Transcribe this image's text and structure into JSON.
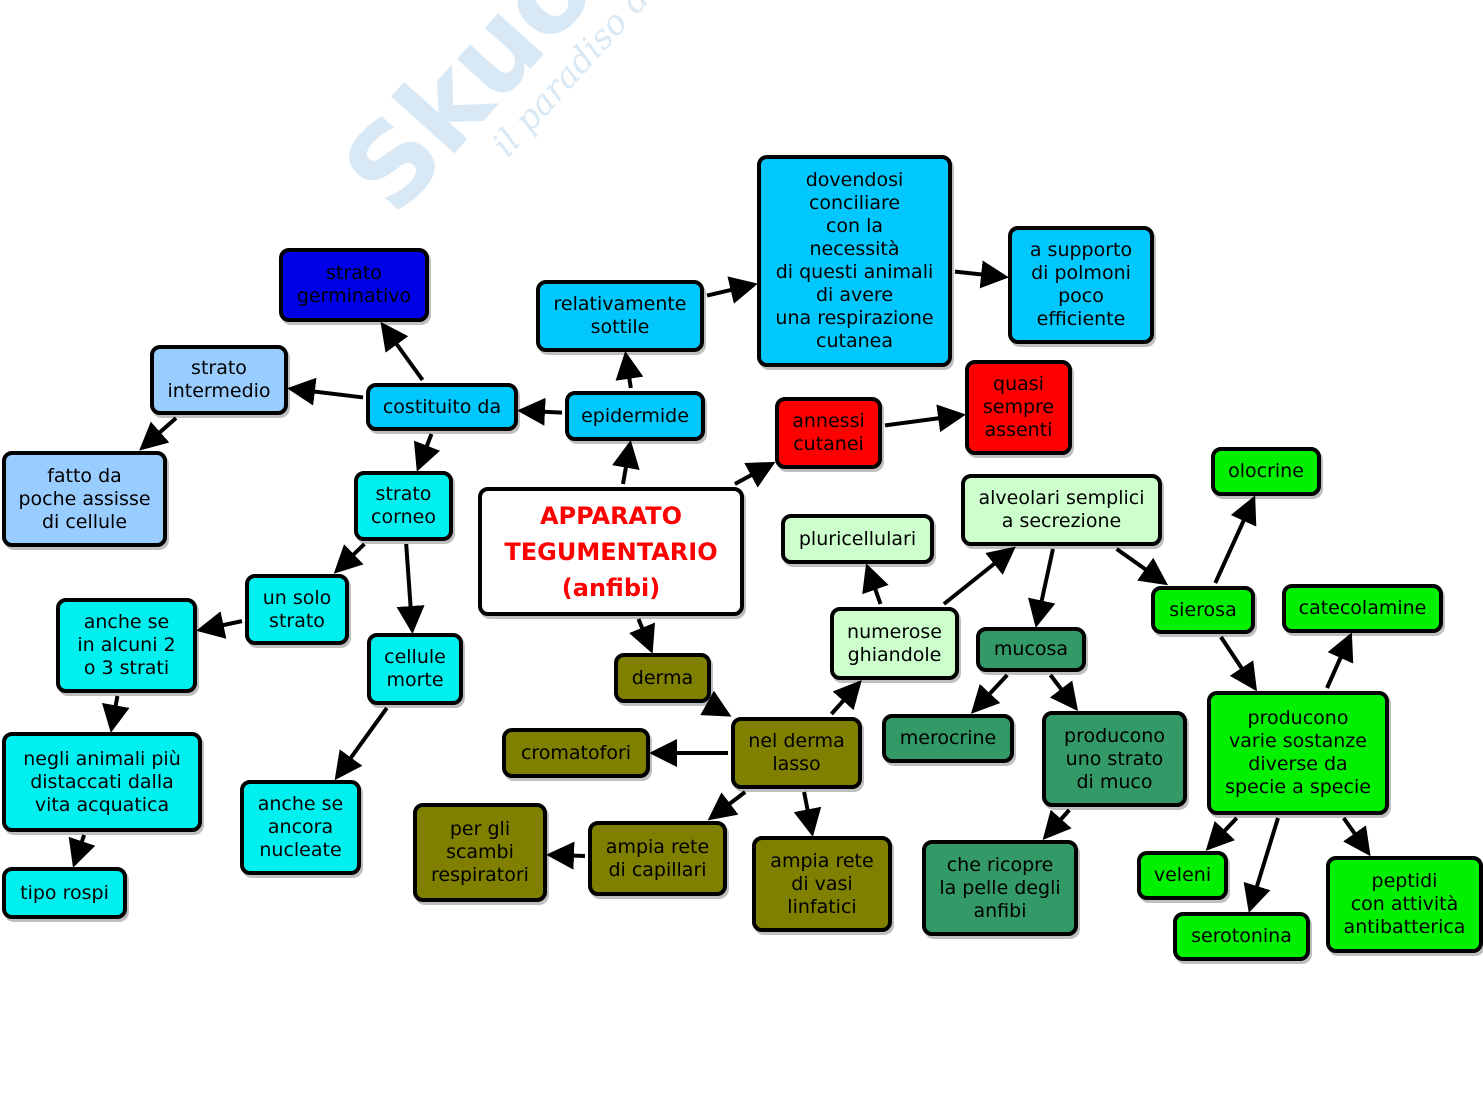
{
  "watermark": {
    "main": "Skuola.net",
    "sub": "il paradiso dello studente"
  },
  "colors": {
    "root": "#ffffff",
    "epidermis_light": "#00c8ff",
    "germinativo": "#0000e6",
    "intermedio": "#99ccff",
    "corneo": "#00f0f0",
    "annessi": "#ff0000",
    "derma": "#808000",
    "ghiandole": "#ccffcc",
    "mucosa": "#339966",
    "sierosa": "#00f000"
  },
  "nodes": {
    "root": "APPARATO\nTEGUMENTARIO\n(anfibi)",
    "epidermide": "epidermide",
    "costituito_da": "costituito da",
    "strato_germinativo": "strato\ngerminativo",
    "strato_intermedio": "strato\nintermedio",
    "fatto_da": "fatto da\npoche assisse\ndi cellule",
    "strato_corneo": "strato\ncorneo",
    "un_solo_strato": "un solo\nstrato",
    "anche_se_alcuni": "anche se\nin alcuni 2\no 3 strati",
    "negli_animali": "negli animali più\ndistaccati dalla\nvita acquatica",
    "tipo_rospi": "tipo rospi",
    "cellule_morte": "cellule\nmorte",
    "anche_se_ancora": "anche se\nancora\nnucleate",
    "relativamente_sottile": "relativamente\nsottile",
    "dovendosi": "dovendosi\nconciliare\ncon la\nnecessità\ndi questi animali\ndi avere\nuna respirazione\ncutanea",
    "a_supporto": "a supporto\ndi polmoni\npoco\nefficiente",
    "annessi_cutanei": "annessi\ncutanei",
    "quasi_sempre": "quasi\nsempre\nassenti",
    "derma": "derma",
    "nel_derma": "nel derma\nlasso",
    "cromatofori": "cromatofori",
    "ampia_capillari": "ampia rete\ndi capillari",
    "per_gli_scambi": "per gli\nscambi\nrespiratori",
    "ampia_vasi": "ampia rete\ndi vasi\nlinfatici",
    "numerose_ghiandole": "numerose\nghiandole",
    "pluricellulari": "pluricellulari",
    "alveolari": "alveolari semplici\na secrezione",
    "mucosa": "mucosa",
    "merocrine": "merocrine",
    "producono_muco": "producono\nuno strato\ndi muco",
    "che_ricopre": "che ricopre\nla pelle degli\nanfibi",
    "sierosa": "sierosa",
    "olocrine": "olocrine",
    "catecolamine": "catecolamine",
    "producono_varie": "producono\nvarie sostanze\ndiverse da\nspecie a specie",
    "veleni": "veleni",
    "serotonina": "serotonina",
    "peptidi": "peptidi\ncon attività\nantibatterica"
  },
  "edges": [
    [
      "root",
      "epidermide"
    ],
    [
      "epidermide",
      "costituito_da"
    ],
    [
      "epidermide",
      "relativamente_sottile"
    ],
    [
      "relativamente_sottile",
      "dovendosi"
    ],
    [
      "dovendosi",
      "a_supporto"
    ],
    [
      "costituito_da",
      "strato_germinativo"
    ],
    [
      "costituito_da",
      "strato_intermedio"
    ],
    [
      "strato_intermedio",
      "fatto_da"
    ],
    [
      "costituito_da",
      "strato_corneo"
    ],
    [
      "strato_corneo",
      "un_solo_strato"
    ],
    [
      "un_solo_strato",
      "anche_se_alcuni"
    ],
    [
      "anche_se_alcuni",
      "negli_animali"
    ],
    [
      "negli_animali",
      "tipo_rospi"
    ],
    [
      "strato_corneo",
      "cellule_morte"
    ],
    [
      "cellule_morte",
      "anche_se_ancora"
    ],
    [
      "root",
      "annessi_cutanei"
    ],
    [
      "annessi_cutanei",
      "quasi_sempre"
    ],
    [
      "root",
      "derma"
    ],
    [
      "derma",
      "nel_derma"
    ],
    [
      "nel_derma",
      "cromatofori"
    ],
    [
      "nel_derma",
      "ampia_capillari"
    ],
    [
      "ampia_capillari",
      "per_gli_scambi"
    ],
    [
      "nel_derma",
      "ampia_vasi"
    ],
    [
      "nel_derma",
      "numerose_ghiandole"
    ],
    [
      "numerose_ghiandole",
      "pluricellulari"
    ],
    [
      "numerose_ghiandole",
      "alveolari"
    ],
    [
      "alveolari",
      "mucosa"
    ],
    [
      "mucosa",
      "merocrine"
    ],
    [
      "mucosa",
      "producono_muco"
    ],
    [
      "producono_muco",
      "che_ricopre"
    ],
    [
      "alveolari",
      "sierosa"
    ],
    [
      "sierosa",
      "olocrine"
    ],
    [
      "sierosa",
      "producono_varie"
    ],
    [
      "producono_varie",
      "catecolamine"
    ],
    [
      "producono_varie",
      "veleni"
    ],
    [
      "producono_varie",
      "serotonina"
    ],
    [
      "producono_varie",
      "peptidi"
    ]
  ]
}
